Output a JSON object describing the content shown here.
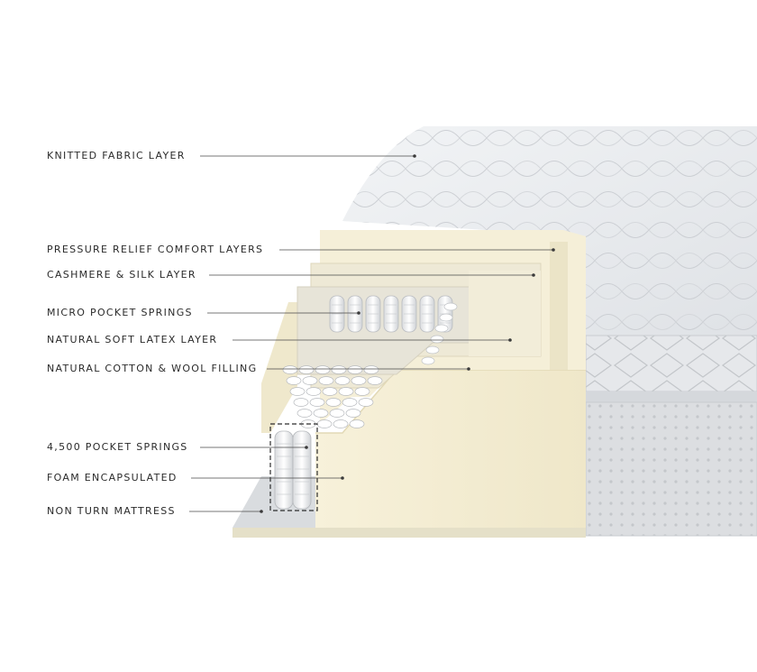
{
  "callouts": [
    {
      "id": "knitted-fabric-layer",
      "label": "KNITTED FABRIC LAYER"
    },
    {
      "id": "pressure-relief-comfort-layers",
      "label": "PRESSURE RELIEF COMFORT LAYERS"
    },
    {
      "id": "cashmere-silk-layer",
      "label": "CASHMERE & SILK LAYER"
    },
    {
      "id": "micro-pocket-springs",
      "label": "MICRO POCKET SPRINGS"
    },
    {
      "id": "natural-soft-latex-layer",
      "label": "NATURAL SOFT LATEX LAYER"
    },
    {
      "id": "natural-cotton-wool-filling",
      "label": "NATURAL COTTON & WOOL FILLING"
    },
    {
      "id": "pocket-springs",
      "label": "4,500 POCKET SPRINGS"
    },
    {
      "id": "foam-encapsulated",
      "label": "FOAM ENCAPSULATED"
    },
    {
      "id": "non-turn-mattress",
      "label": "NON TURN MATTRESS"
    }
  ],
  "colors": {
    "fabric": "#e9ebee",
    "foam": "#f4eed6",
    "latex": "#ece8d8",
    "border_fabric": "#d8dadd",
    "label_text": "#2b2b2b"
  }
}
